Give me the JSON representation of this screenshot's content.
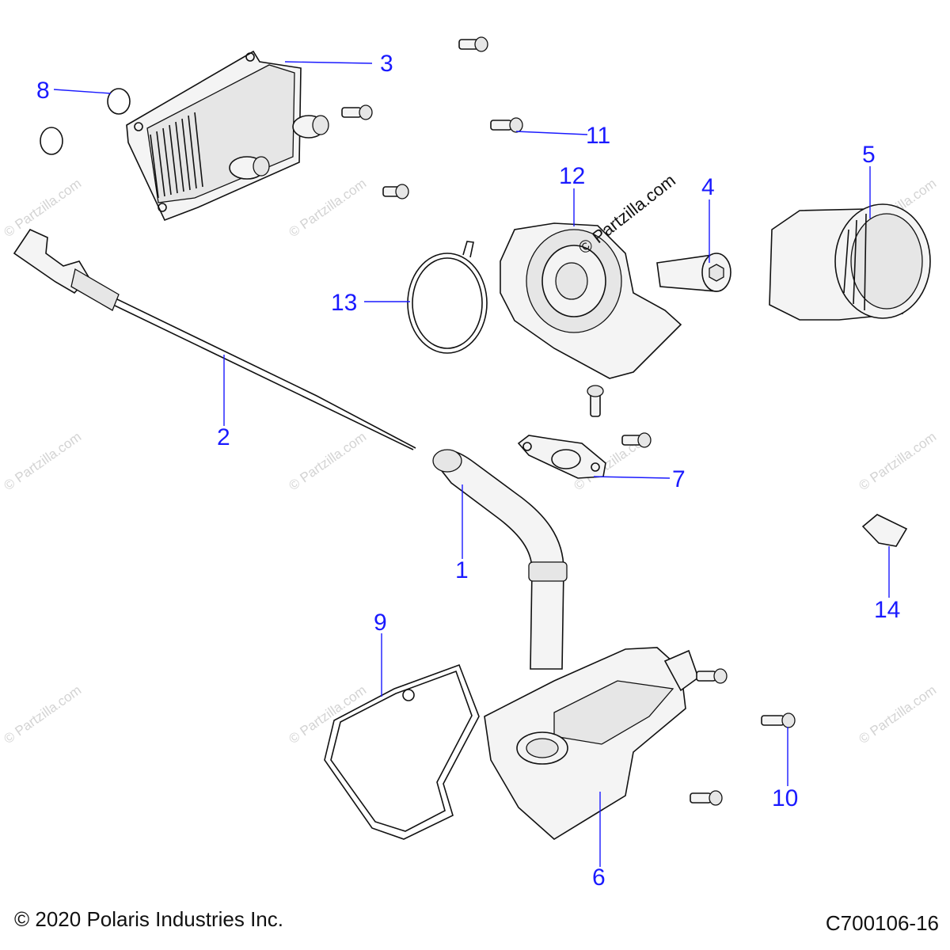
{
  "callouts": [
    {
      "id": "1",
      "label": "1"
    },
    {
      "id": "2",
      "label": "2"
    },
    {
      "id": "3",
      "label": "3"
    },
    {
      "id": "4",
      "label": "4"
    },
    {
      "id": "5",
      "label": "5"
    },
    {
      "id": "6",
      "label": "6"
    },
    {
      "id": "7",
      "label": "7"
    },
    {
      "id": "8",
      "label": "8"
    },
    {
      "id": "9",
      "label": "9"
    },
    {
      "id": "10",
      "label": "10"
    },
    {
      "id": "11",
      "label": "11"
    },
    {
      "id": "12",
      "label": "12"
    },
    {
      "id": "13",
      "label": "13"
    },
    {
      "id": "14",
      "label": "14"
    }
  ],
  "watermark": {
    "text": "© Partzilla.com",
    "prominent_text": "© Partzilla.com"
  },
  "footer": {
    "copyright": "© 2020 Polaris Industries Inc.",
    "figure_id": "C700106-16"
  },
  "colors": {
    "callout": "#1a1aff",
    "watermark": "#d3d3d3",
    "line_art": "#111111"
  }
}
